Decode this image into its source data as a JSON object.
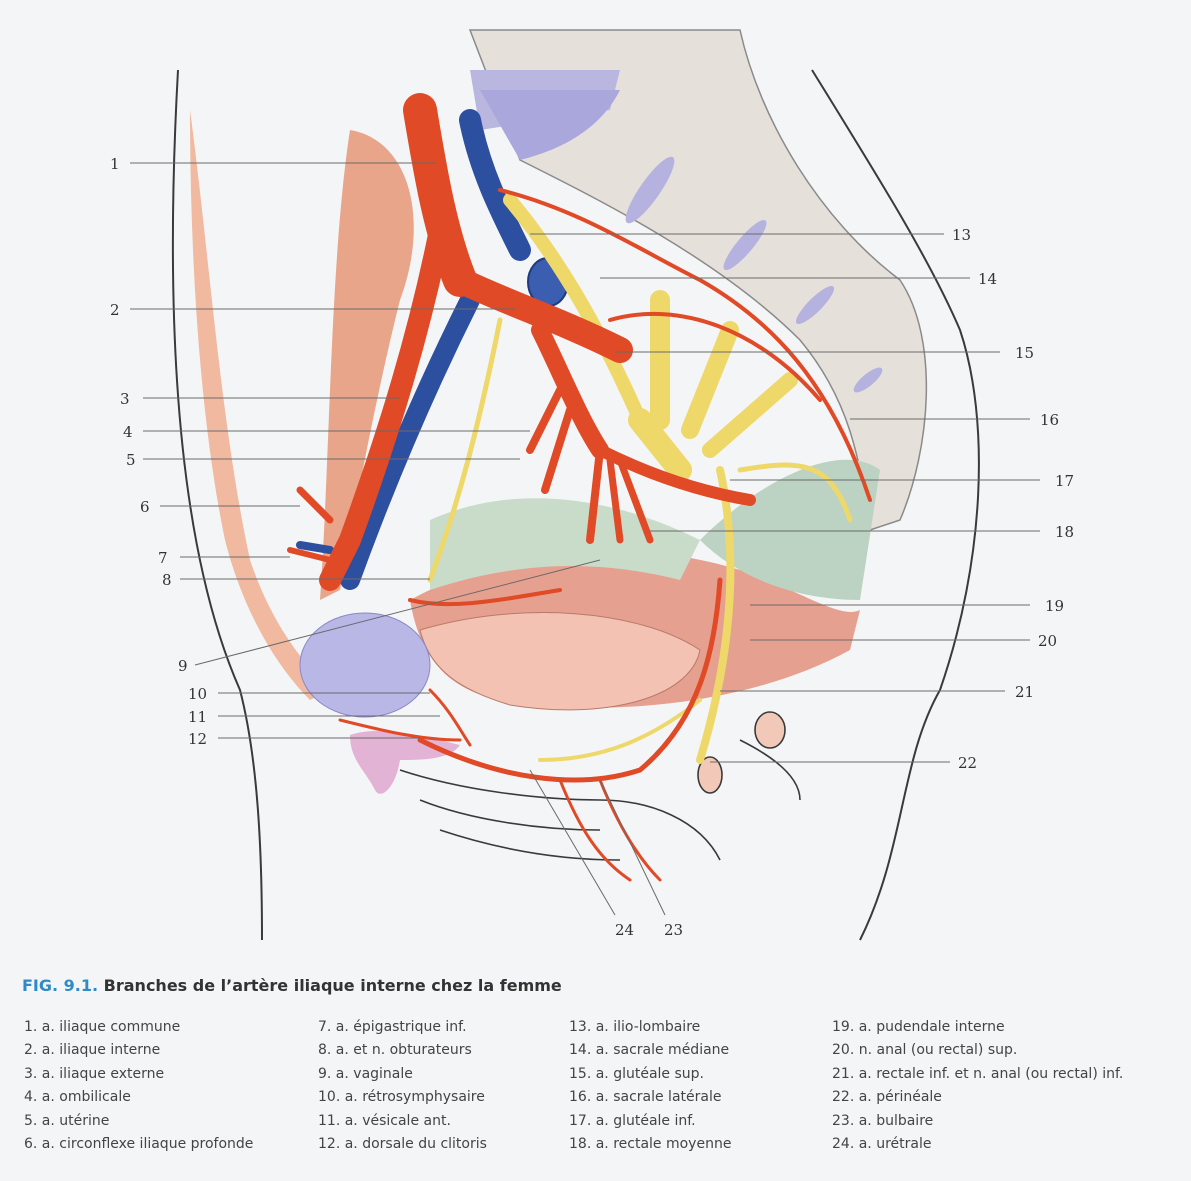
{
  "figure": {
    "callouts": [
      "1",
      "2",
      "3",
      "4",
      "5",
      "6",
      "7",
      "8",
      "9",
      "10",
      "11",
      "12",
      "13",
      "14",
      "15",
      "16",
      "17",
      "18",
      "19",
      "20",
      "21",
      "22",
      "23",
      "24"
    ]
  },
  "caption": {
    "label": "FIG. 9.1.",
    "title": "Branches de l’artère iliaque interne chez la femme"
  },
  "legend": {
    "col1": [
      "1. a. iliaque commune",
      "2. a. iliaque interne",
      "3. a. iliaque externe",
      "4. a. ombilicale",
      "5. a. utérine",
      "6. a. circonflexe iliaque profonde"
    ],
    "col2": [
      "7. a. épigastrique inf.",
      "8. a. et n. obturateurs",
      "9. a. vaginale",
      "10. a. rétrosymphysaire",
      "11. a. vésicale ant.",
      "12. a. dorsale du clitoris"
    ],
    "col3": [
      "13. a. ilio-lombaire",
      "14. a. sacrale médiane",
      "15. a. glutéale sup.",
      "16. a. sacrale latérale",
      "17. a. glutéale inf.",
      "18. a. rectale moyenne"
    ],
    "col4": [
      "19. a. pudendale interne",
      "20. n. anal (ou rectal) sup.",
      "21. a. rectale inf. et n. anal (ou rectal) inf.",
      "22. a. périnéale",
      "23. a. bulbaire",
      "24. a. urétrale"
    ]
  }
}
